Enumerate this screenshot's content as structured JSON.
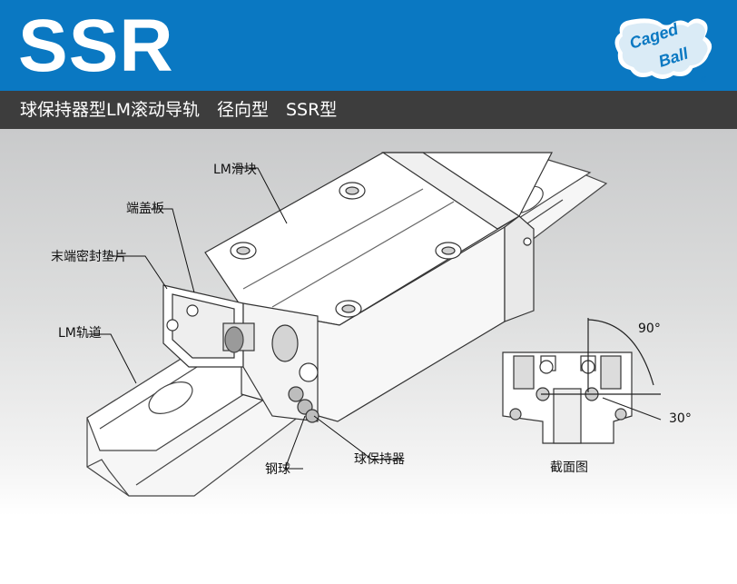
{
  "header": {
    "title": "SSR",
    "subtitle": "球保持器型LM滚动导轨　径向型　SSR型",
    "logo_text_line1": "Caged",
    "logo_text_line2": "Ball",
    "logo_mark": "®",
    "colors": {
      "banner": "#0a78c2",
      "subbar": "#3d3d3d"
    }
  },
  "labels": {
    "lm_block": "LM滑块",
    "end_plate": "端盖板",
    "end_seal": "末端密封垫片",
    "lm_rail": "LM轨道",
    "ball": "钢球",
    "ball_cage": "球保持器",
    "cross_section": "截面图",
    "angle_90": "90°",
    "angle_30": "30°"
  }
}
